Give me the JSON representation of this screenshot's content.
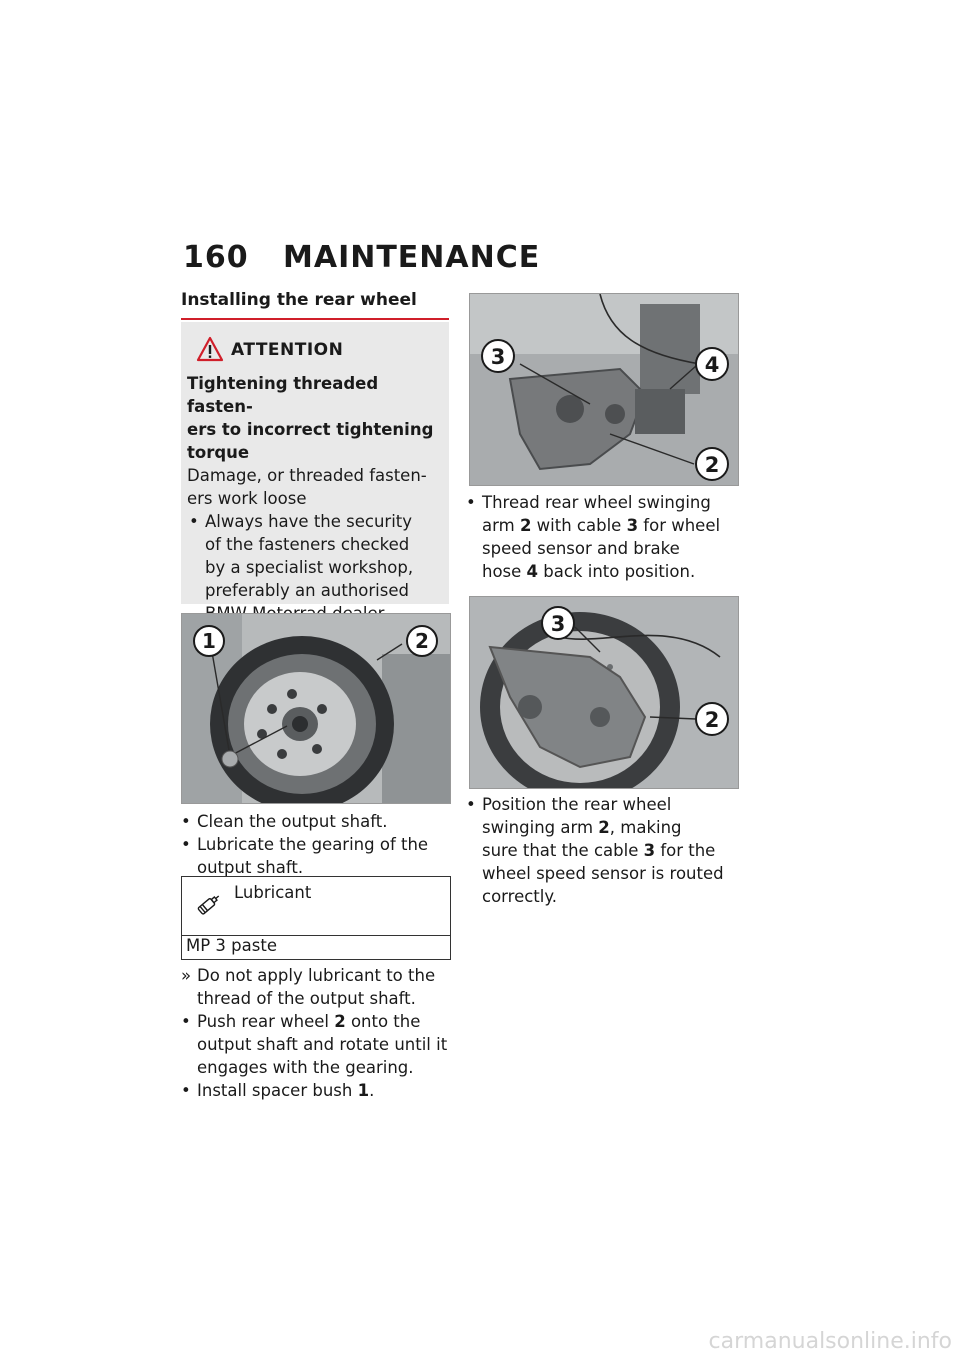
{
  "header": {
    "page_number": "160",
    "title": "MAINTENANCE"
  },
  "section": {
    "heading": "Installing the rear wheel"
  },
  "attention": {
    "label": "ATTENTION",
    "heading": "Tightening threaded fasten-ers to incorrect tightening torque",
    "heading_lines": [
      "Tightening threaded fasten-",
      "ers to incorrect tightening",
      "torque"
    ],
    "body_lines": [
      "Damage, or threaded fasten-",
      "ers work loose"
    ],
    "bullet_lines": [
      "Always have the security",
      "of the fasteners checked",
      "by a specialist workshop,",
      "preferably an authorised",
      "BMW Motorrad dealer."
    ]
  },
  "figure1": {
    "callouts": [
      "1",
      "2"
    ]
  },
  "steps_left": {
    "s1": "Clean the output shaft.",
    "s2_l1": "Lubricate the gearing of the",
    "s2_l2": "output shaft."
  },
  "lubricant": {
    "label": "Lubricant",
    "value": "MP 3 paste"
  },
  "steps_left2": {
    "r1_l1": "Do not apply lubricant to the",
    "r1_l2": "thread of the output shaft.",
    "s3_l1a": "Push rear wheel ",
    "s3_num": "2",
    "s3_l1b": " onto the",
    "s3_l2": "output shaft and rotate until it",
    "s3_l3": "engages with the gearing.",
    "s4_a": "Install spacer bush ",
    "s4_num": "1",
    "s4_b": "."
  },
  "figure2": {
    "callouts": [
      "3",
      "4",
      "2"
    ]
  },
  "steps_right1": {
    "l1": "Thread rear wheel swinging",
    "l2a": "arm ",
    "l2_num1": "2",
    "l2b": " with cable ",
    "l2_num2": "3",
    "l2c": " for wheel",
    "l3": "speed sensor and brake",
    "l4a": "hose ",
    "l4_num": "4",
    "l4b": " back into position."
  },
  "figure3": {
    "callouts": [
      "3",
      "2"
    ]
  },
  "steps_right2": {
    "l1": "Position the rear wheel",
    "l2a": "swinging arm ",
    "l2_num": "2",
    "l2b": ", making",
    "l3a": "sure that the cable ",
    "l3_num": "3",
    "l3b": " for the",
    "l4": "wheel speed sensor is routed",
    "l5": "correctly."
  },
  "watermark": "carmanualsonline.info"
}
